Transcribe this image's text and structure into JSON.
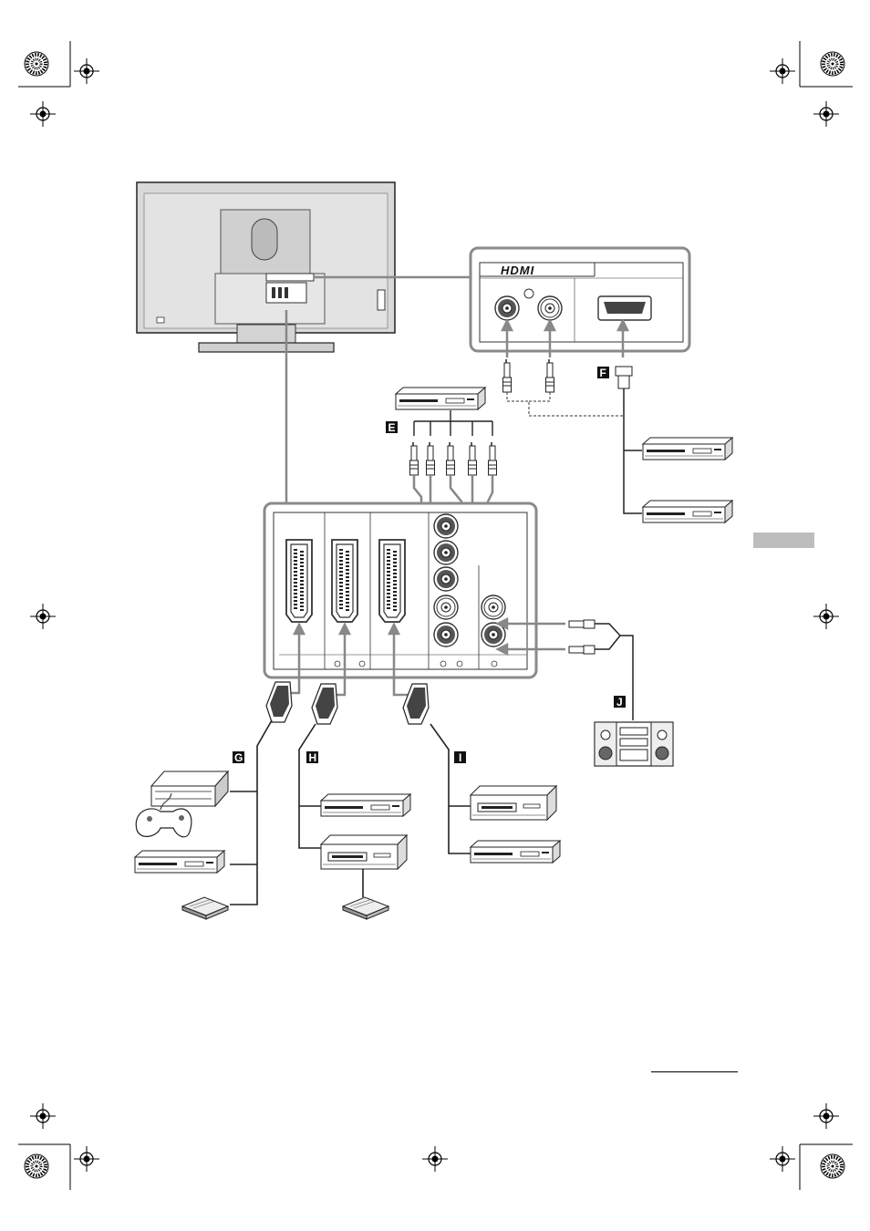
{
  "hdmi_panel": {
    "logo_text": "HDMI"
  },
  "labels": [
    "E",
    "F",
    "G",
    "H",
    "I",
    "J"
  ],
  "colors": {
    "panel_border": "#8a8a8a",
    "tab_marker": "#bdbdbd",
    "ink": "#111111"
  },
  "icons": [
    "registration-mark-icon",
    "spiral-mark-icon",
    "tv-rear-icon",
    "scart-socket-icon",
    "rca-socket-icon",
    "hdmi-socket-icon",
    "dvd-recorder-icon",
    "vcr-icon",
    "game-console-icon",
    "decoder-icon",
    "hifi-system-icon",
    "rca-plug-icon",
    "scart-plug-icon"
  ]
}
